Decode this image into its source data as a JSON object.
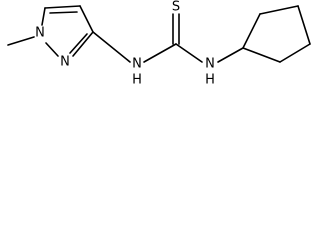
{
  "molecule": {
    "atom_labels": {
      "n1": "N",
      "n2": "N",
      "nh_left": "N",
      "h_left": "H",
      "s": "S",
      "nh_right": "N",
      "h_right": "H"
    },
    "colors": {
      "bond": "#000000",
      "text": "#000000",
      "background": "#ffffff"
    }
  }
}
